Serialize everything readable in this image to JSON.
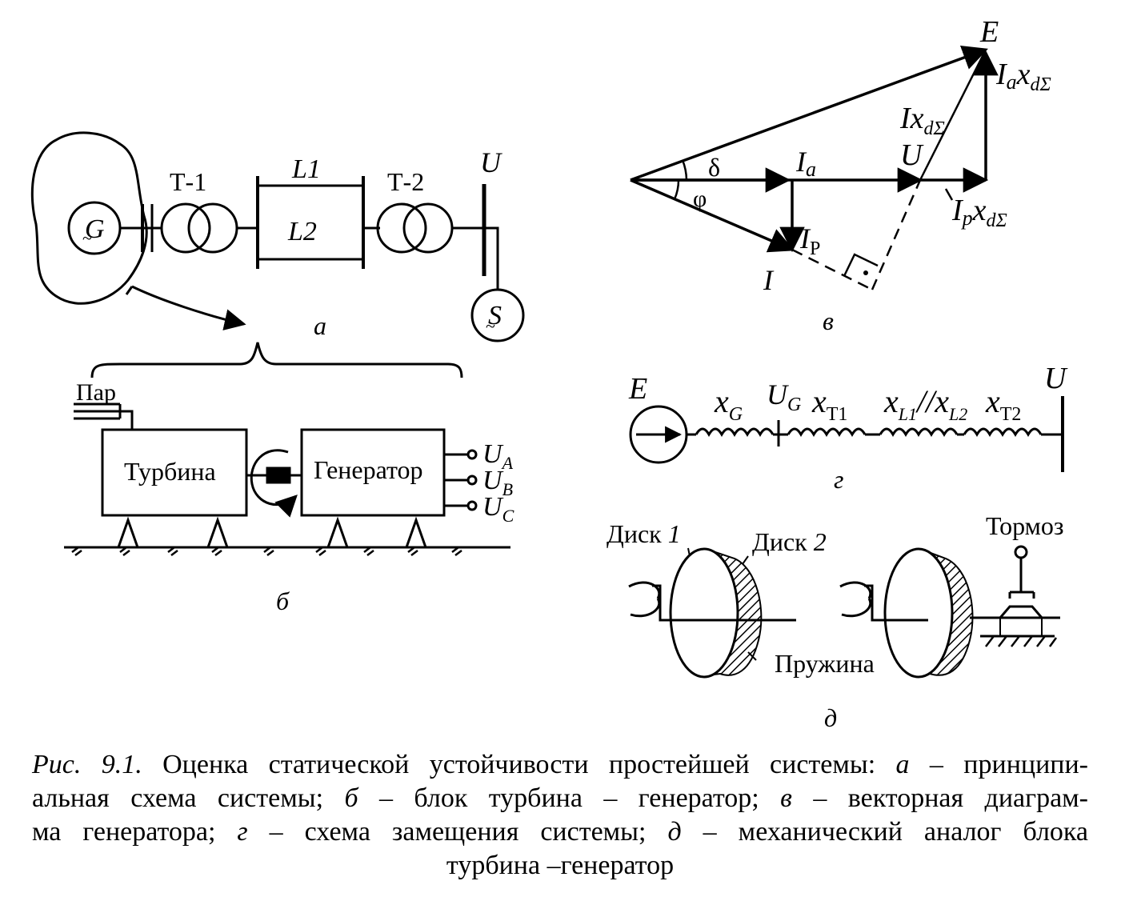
{
  "panel_a": {
    "gen": "G",
    "t1": "Т-1",
    "l1": "L1",
    "l2": "L2",
    "t2": "Т-2",
    "bus_u": "U",
    "sys": "S",
    "tag": "а"
  },
  "panel_b": {
    "steam": "Пар",
    "turbine": "Турбина",
    "generator": "Генератор",
    "phases": [
      "U",
      "U",
      "U"
    ],
    "phase_subs": [
      "A",
      "B",
      "C"
    ],
    "tag": "б"
  },
  "panel_v": {
    "e": "E",
    "delta": "δ",
    "phi": "φ",
    "ia": "I",
    "ia_sub": "a",
    "u": "U",
    "ip": "I",
    "ip_sub": "Р",
    "i": "I",
    "ixd": "Ix",
    "ixd_sub": "dΣ",
    "iaxd": "I",
    "iaxd_a": "a",
    "iaxd_x": "x",
    "iaxd_sub": "dΣ",
    "ipxd": "I",
    "ipxd_p": "p",
    "ipxd_x": "x",
    "ipxd_sub": "dΣ",
    "tag": "в"
  },
  "panel_g": {
    "e": "E",
    "xg": "x",
    "xg_sub": "G",
    "ug": "U",
    "ug_sub": "G",
    "xt1": "x",
    "xt1_sub": "Т1",
    "xl": "x",
    "xl1_sub": "L1",
    "xl_sep": "//",
    "xl2": "x",
    "xl2_sub": "L2",
    "xt2": "x",
    "xt2_sub": "Т2",
    "u": "U",
    "tag": "г"
  },
  "panel_d": {
    "disk1": "Диск",
    "disk1_num": "1",
    "disk2": "Диск",
    "disk2_num": "2",
    "spring": "Пружина",
    "brake": "Тормоз",
    "tag": "д"
  },
  "caption": {
    "fig": "Рис. 9.1.",
    "line1_rest": " Оценка статической устойчивости простейшей системы: ",
    "a": "а",
    "line1_end": " – принципи-",
    "line2_a": "альная схема системы; ",
    "b": "б",
    "line2_b": " – блок турбина – генератор; ",
    "v": "в",
    "line2_c": " – векторная диаграм-",
    "line3_a": "ма генератора; ",
    "g": "г",
    "line3_b": " – схема замещения системы; ",
    "d": "д",
    "line3_c": " – механический аналог блока",
    "line4": "турбина –генератор"
  }
}
